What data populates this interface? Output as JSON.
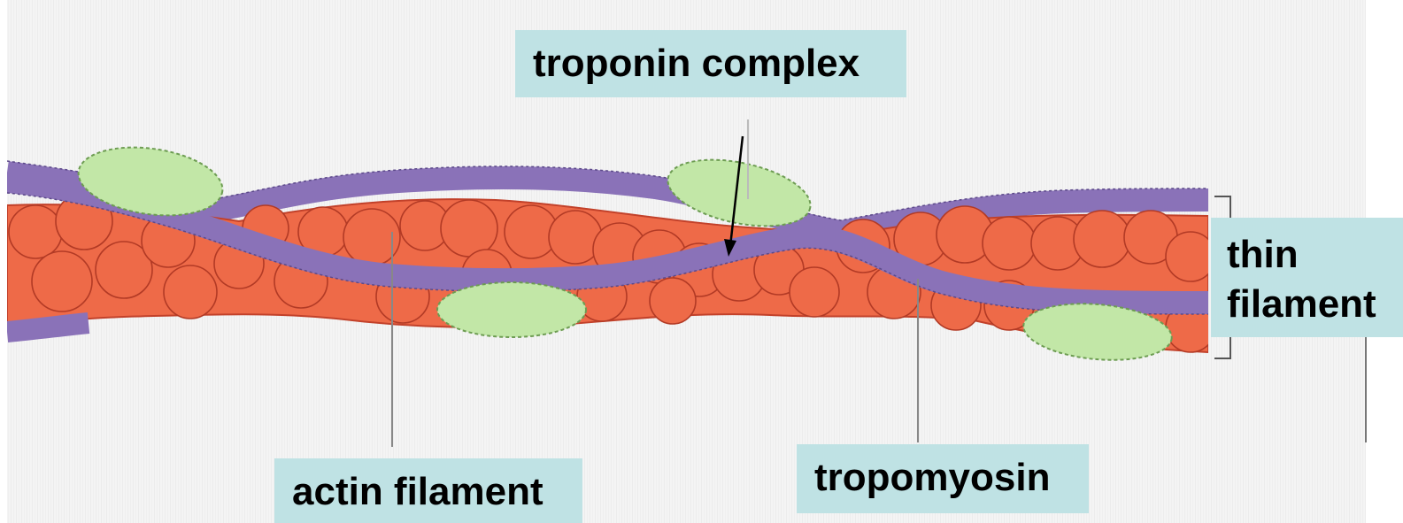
{
  "labels": {
    "troponin_complex": "troponin complex",
    "actin_filament": "actin filament",
    "tropomyosin": "tropomyosin",
    "thin_filament_line1": "thin",
    "thin_filament_line2": "filament"
  },
  "colors": {
    "actin": "#ee6a48",
    "actin_outline": "#c2412a",
    "tropomyosin": "#8a72b8",
    "tropomyosin_outline": "#5d4a8a",
    "troponin": "#c2e7a7",
    "troponin_outline": "#7cad60",
    "label_background": "#bfe2e4",
    "background": "#f3f3f3"
  }
}
